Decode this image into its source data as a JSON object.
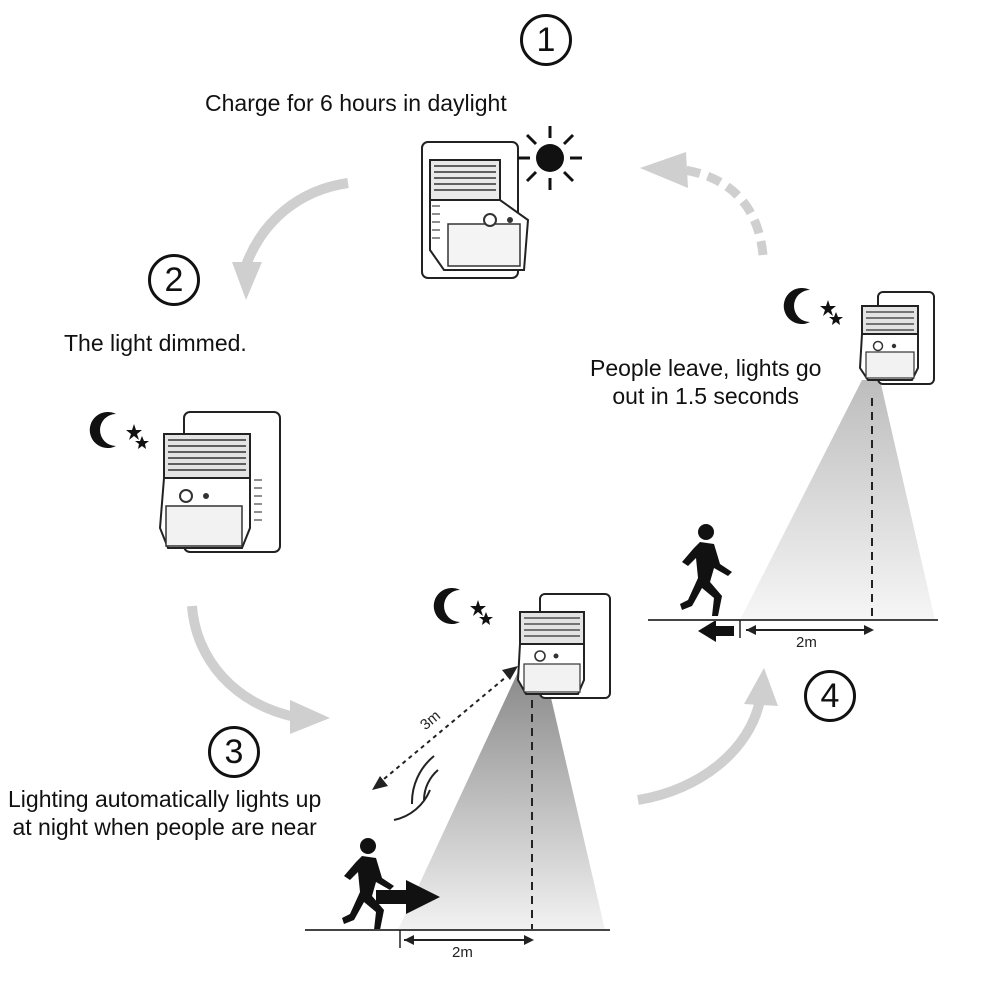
{
  "steps": [
    {
      "number": "1",
      "text": "Charge for 6 hours in daylight"
    },
    {
      "number": "2",
      "text": "The light dimmed."
    },
    {
      "number": "3",
      "text": "Lighting automatically lights up\nat night when people are near"
    },
    {
      "number": "4",
      "text": "People leave, lights go\nout in 1.5 seconds"
    }
  ],
  "distances": {
    "sensor_range": "3m",
    "approach_width": "2m",
    "leave_width": "2m"
  },
  "colors": {
    "ink": "#111111",
    "arrow_gray": "#c9c9c9",
    "beam_gray": "#9a9a9a"
  },
  "icons": [
    "sun-icon",
    "moon-stars-icon",
    "solar-lamp-icon",
    "running-person-icon",
    "signal-waves-icon"
  ]
}
